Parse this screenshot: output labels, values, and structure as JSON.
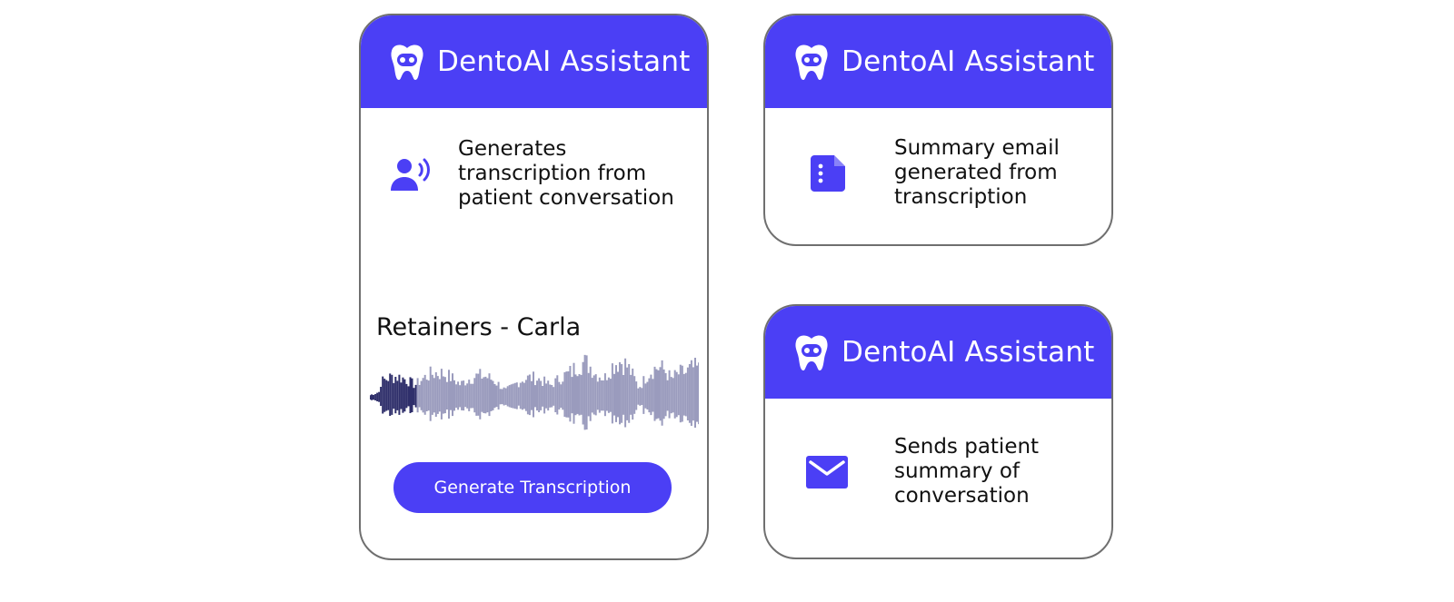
{
  "theme": {
    "accent": "#4b3ff5",
    "wave_played": "#2f2f6b",
    "wave_unplayed": "#9a9bbd"
  },
  "icons": {
    "brand": "tooth-robot-icon",
    "transcription": "voice-person-icon",
    "summary": "document-icon",
    "email": "mail-envelope-icon"
  },
  "cards": {
    "transcribe": {
      "title": "DentoAI Assistant",
      "feature_line1": "Generates",
      "feature_line2": "transcription from",
      "feature_line3": "patient conversation",
      "recording_title": "Retainers - Carla",
      "button_label": "Generate Transcription"
    },
    "summary": {
      "title": "DentoAI Assistant",
      "feature_line1": "Summary email",
      "feature_line2": "generated from",
      "feature_line3": "transcription"
    },
    "send": {
      "title": "DentoAI Assistant",
      "feature_line1": "Sends patient",
      "feature_line2": "summary of",
      "feature_line3": "conversation"
    }
  }
}
